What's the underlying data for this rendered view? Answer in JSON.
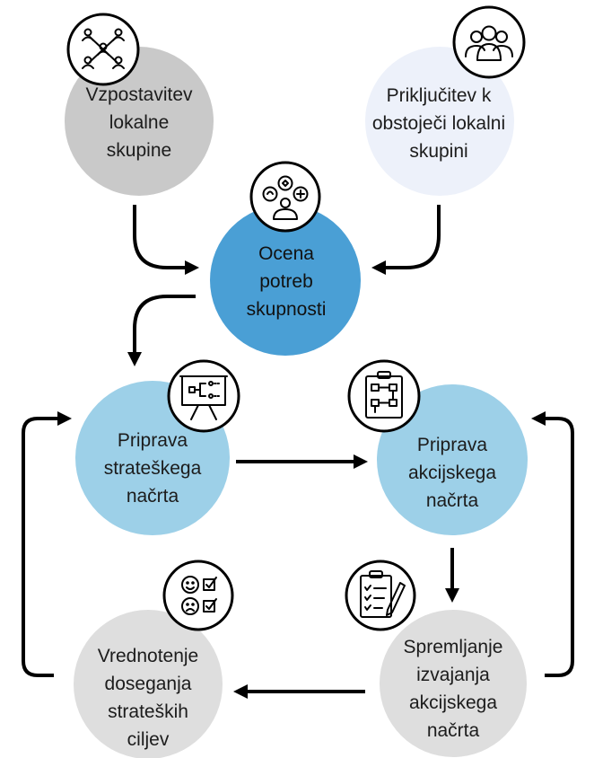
{
  "nodes": {
    "establish": {
      "lines": [
        "Vzpostavitev",
        "lokalne",
        "skupine"
      ],
      "icon": "network-people-icon",
      "color": "#c9c9c9"
    },
    "join": {
      "lines": [
        "Priključitev k",
        "obstoječi lokalni",
        "skupini"
      ],
      "icon": "group-icon",
      "color": "#edf1fa"
    },
    "assess": {
      "lines": [
        "Ocena",
        "potreb",
        "skupnosti"
      ],
      "icon": "person-needs-icon",
      "color": "#4a9fd5"
    },
    "strategic": {
      "lines": [
        "Priprava",
        "strateškega",
        "načrta"
      ],
      "icon": "presentation-board-icon",
      "color": "#9dd0e8"
    },
    "action": {
      "lines": [
        "Priprava",
        "akcijskega",
        "načrta"
      ],
      "icon": "flowchart-clipboard-icon",
      "color": "#9dd0e8"
    },
    "monitor": {
      "lines": [
        "Spremljanje",
        "izvajanja",
        "akcijskega",
        "načrta"
      ],
      "icon": "checklist-pen-icon",
      "color": "#dedede"
    },
    "evaluate": {
      "lines": [
        "Vrednotenje",
        "doseganja",
        "strateških",
        "ciljev"
      ],
      "icon": "feedback-faces-icon",
      "color": "#dedede"
    }
  }
}
